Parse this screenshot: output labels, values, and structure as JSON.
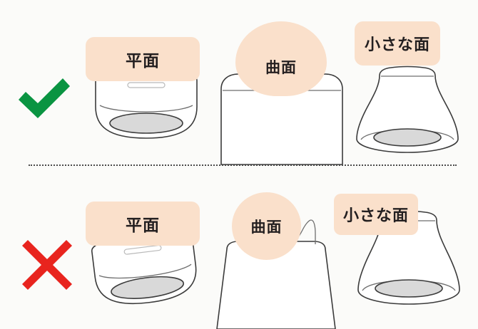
{
  "figure": {
    "background_color": "#fbfbf9",
    "accent_color": "#fae0cb",
    "ok_color": "#0a9442",
    "ng_color": "#e8241e",
    "divider_style": "dotted"
  },
  "rows": [
    {
      "id": "good",
      "status_icon": "check-icon",
      "status_meaning": "OK",
      "cells": [
        {
          "id": "flat",
          "label": "平面",
          "label_shape": "rounded-rect"
        },
        {
          "id": "curve",
          "label": "曲面",
          "label_shape": "blob"
        },
        {
          "id": "small",
          "label": "小さな面",
          "label_shape": "rounded-rect"
        }
      ]
    },
    {
      "id": "bad",
      "status_icon": "cross-icon",
      "status_meaning": "NG",
      "cells": [
        {
          "id": "flat",
          "label": "平面",
          "label_shape": "rounded-rect"
        },
        {
          "id": "curve",
          "label": "曲面",
          "label_shape": "circle"
        },
        {
          "id": "small",
          "label": "小さな面",
          "label_shape": "rounded-rect"
        }
      ]
    }
  ]
}
